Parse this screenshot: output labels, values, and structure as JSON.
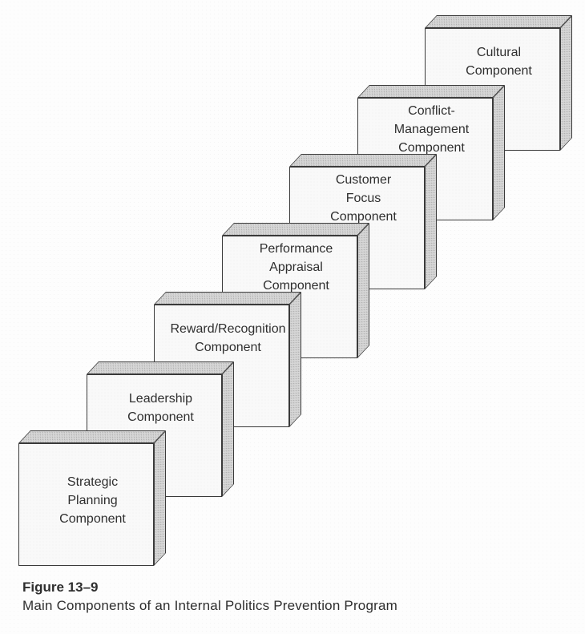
{
  "figure": {
    "label": "Figure 13–9",
    "caption": "Main Components of an Internal Politics Prevention Program"
  },
  "diagram": {
    "type": "stacked-3d-blocks",
    "flow": "front-bottom-left to back-top-right",
    "blocks": [
      {
        "id": "strategic-planning-component",
        "lines": [
          "Strategic",
          "Planning",
          "Component"
        ]
      },
      {
        "id": "leadership-component",
        "lines": [
          "Leadership",
          "Component"
        ]
      },
      {
        "id": "reward-recognition-component",
        "lines": [
          "Reward/Recognition",
          "Component"
        ]
      },
      {
        "id": "performance-appraisal-component",
        "lines": [
          "Performance",
          "Appraisal",
          "Component"
        ]
      },
      {
        "id": "customer-focus-component",
        "lines": [
          "Customer",
          "Focus",
          "Component"
        ]
      },
      {
        "id": "conflict-management-component",
        "lines": [
          "Conflict-",
          "Management",
          "Component"
        ]
      },
      {
        "id": "cultural-component",
        "lines": [
          "Cultural",
          "Component"
        ]
      }
    ]
  },
  "palette": {
    "background": "#fdfdfd",
    "block_front_face": "#f9f9f9",
    "block_side_face": "#d7d7d7",
    "outline": "#3a3a3a",
    "text": "#2f2f2f"
  }
}
